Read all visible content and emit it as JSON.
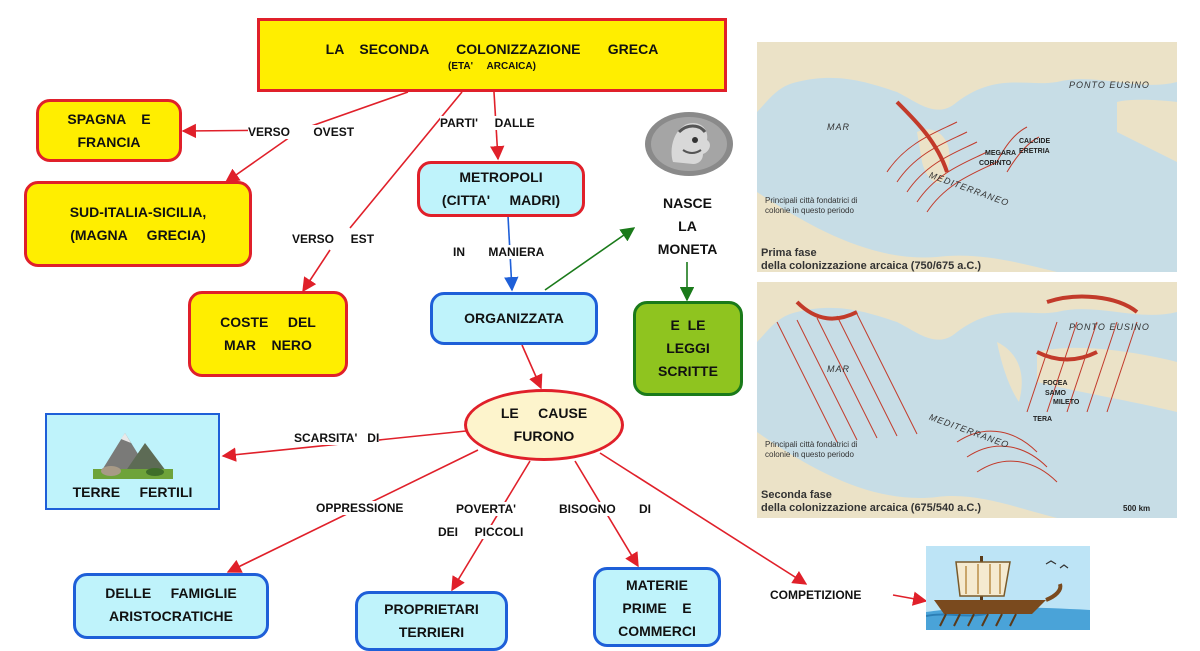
{
  "title": {
    "line1": "LA    SECONDA       COLONIZZAZIONE       GRECA",
    "line2": "(ETA'     ARCAICA)"
  },
  "nodes": {
    "spagna": "SPAGNA    E\nFRANCIA",
    "sud_italia": "SUD-ITALIA-SICILIA,\n(MAGNA     GRECIA)",
    "coste": "COSTE     DEL\nMAR    NERO",
    "metropoli": "METROPOLI\n(CITTA'     MADRI)",
    "organizzata": "ORGANIZZATA",
    "moneta": "NASCE\nLA\nMONETA",
    "leggi": "E  LE\nLEGGI\nSCRITTE",
    "cause": "LE     CAUSE\nFURONO",
    "terre": "TERRE     FERTILI",
    "famiglie": "DELLE     FAMIGLIE\nARISTOCRATICHE",
    "proprietari": "PROPRIETARI\nTERRIERI",
    "materie": "MATERIE\nPRIME    E\nCOMMERCI"
  },
  "links": {
    "verso_ovest": "VERSO       OVEST",
    "parti_dalle": "PARTI'     DALLE",
    "verso_est": "VERSO     EST",
    "in_maniera": "IN       MANIERA",
    "scarsita": "SCARSITA'   DI",
    "oppressione": "OPPRESSIONE",
    "poverta": "POVERTA'",
    "dei_piccoli": "DEI     PICCOLI",
    "bisogno": "BISOGNO       DI",
    "competizione": "COMPETIZIONE"
  },
  "maps": {
    "top": {
      "caption1": "Prima fase",
      "caption2": "della colonizzazione arcaica (750/675 a.C.)",
      "legend": "Principali città fondatrici di colonie in questo periodo",
      "labels": {
        "mar": "MAR",
        "mediterraneo": "MEDITERRANEO",
        "ponto": "PONTO EUSINO"
      },
      "cities": [
        "MEGARA",
        "CORINTO",
        "CALCIDE",
        "ERETRIA"
      ]
    },
    "bottom": {
      "caption1": "Seconda fase",
      "caption2": "della colonizzazione arcaica (675/540 a.C.)",
      "legend": "Principali città fondatrici di colonie in questo periodo",
      "labels": {
        "mar": "MAR",
        "mediterraneo": "MEDITERRANEO",
        "ponto": "PONTO EUSINO"
      },
      "cities": [
        "FOCEA",
        "SAMO",
        "MILETO",
        "TERA"
      ],
      "scale": "500 km"
    }
  },
  "colors": {
    "red": "#e0202a",
    "blue": "#1e5fd8",
    "green": "#1a7a1a",
    "yellow": "#ffee00",
    "cyan": "#bff3fb",
    "lime": "#8fc41f",
    "sea": "#c7dde6",
    "land": "#ebe2c7"
  },
  "icons": [
    "coin-icon",
    "mountain-icon",
    "ship-icon"
  ]
}
